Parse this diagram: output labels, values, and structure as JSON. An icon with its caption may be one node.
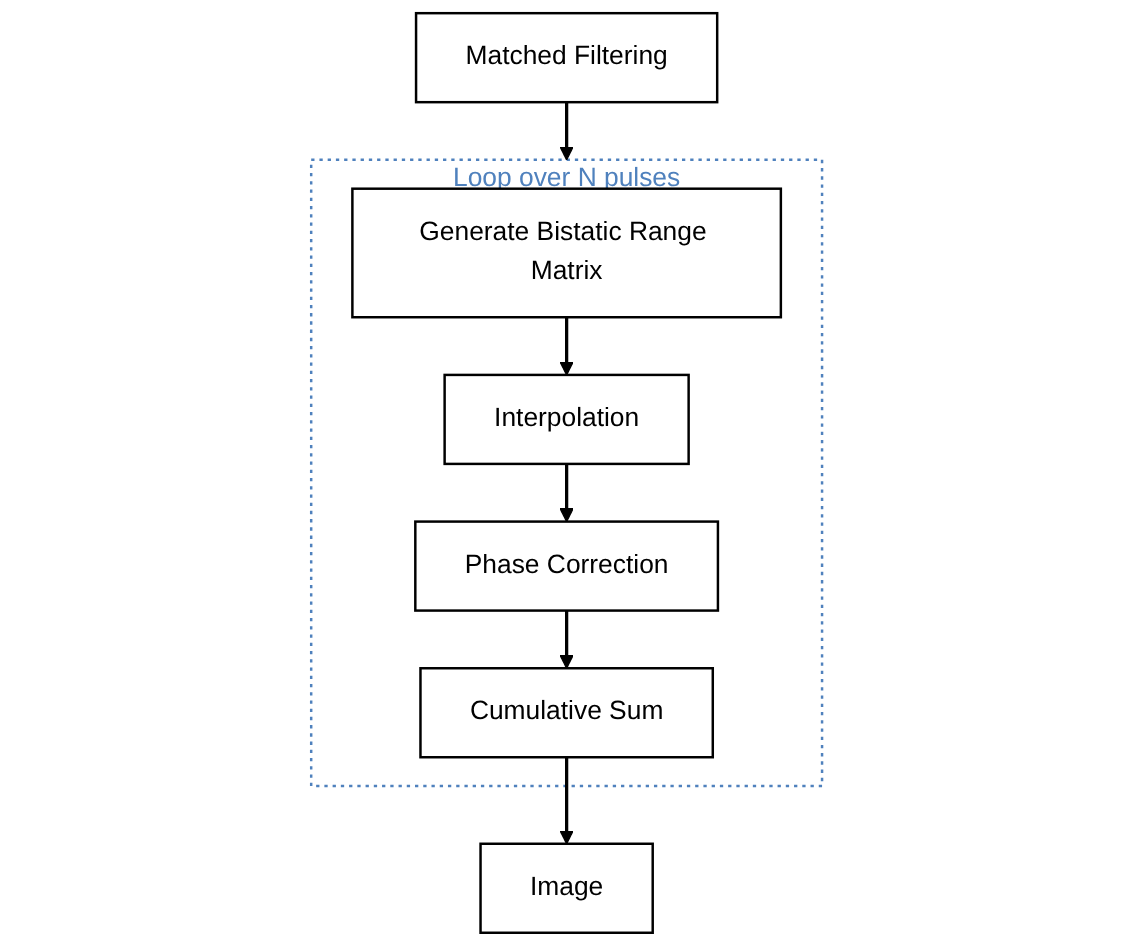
{
  "diagram": {
    "nodes": [
      {
        "text": [
          "Matched Filtering"
        ]
      },
      {
        "text": [
          "Loop over N pulses"
        ]
      },
      {
        "text": [
          "Generate Bistatic Range Matrix"
        ],
        "in": 1
      },
      {
        "text": [
          "Interpolation"
        ],
        "in": 1
      },
      {
        "text": [
          "Phase Correction"
        ],
        "in": 1
      },
      {
        "text": [
          "Cumulative Sum"
        ],
        "in": 1
      },
      {
        "text": [
          "Image"
        ]
      }
    ],
    "edges": [
      {
        "from": 0,
        "to": 1,
        "arrow": "to"
      },
      {
        "from": 2,
        "to": 3,
        "arrow": "to"
      },
      {
        "from": 3,
        "to": 4,
        "arrow": "to"
      },
      {
        "from": 4,
        "to": 5,
        "arrow": "to"
      },
      {
        "from": 5,
        "to": 6,
        "arrow": "to"
      }
    ]
  }
}
